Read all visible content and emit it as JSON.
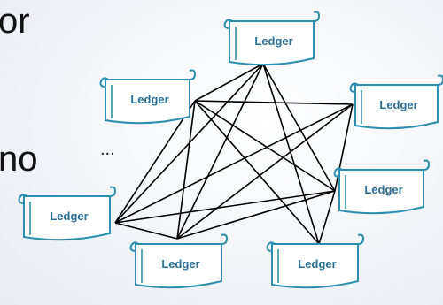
{
  "left_text": [
    "or",
    "no"
  ],
  "ellipsis": "...",
  "colors": {
    "scroll_stroke": "#2c8fb0",
    "scroll_fill": "#ffffff",
    "label": "#2a6f97",
    "link": "#000000"
  },
  "ledgers": [
    {
      "id": "top",
      "label": "Ledger"
    },
    {
      "id": "upper-left",
      "label": "Ledger"
    },
    {
      "id": "upper-right",
      "label": "Ledger"
    },
    {
      "id": "mid-right",
      "label": "Ledger"
    },
    {
      "id": "left",
      "label": "Ledger"
    },
    {
      "id": "bottom-center",
      "label": "Ledger"
    },
    {
      "id": "bottom-right",
      "label": "Ledger"
    }
  ],
  "links": [
    [
      "top",
      "upper-left"
    ],
    [
      "top",
      "mid-right"
    ],
    [
      "top",
      "left"
    ],
    [
      "top",
      "bottom-center"
    ],
    [
      "top",
      "bottom-right"
    ],
    [
      "upper-left",
      "upper-right"
    ],
    [
      "upper-left",
      "mid-right"
    ],
    [
      "upper-left",
      "left"
    ],
    [
      "upper-left",
      "bottom-center"
    ],
    [
      "upper-left",
      "bottom-right"
    ],
    [
      "upper-right",
      "mid-right"
    ],
    [
      "upper-right",
      "left"
    ],
    [
      "upper-right",
      "bottom-center"
    ],
    [
      "mid-right",
      "left"
    ],
    [
      "mid-right",
      "bottom-center"
    ],
    [
      "mid-right",
      "bottom-right"
    ],
    [
      "left",
      "bottom-center"
    ]
  ]
}
